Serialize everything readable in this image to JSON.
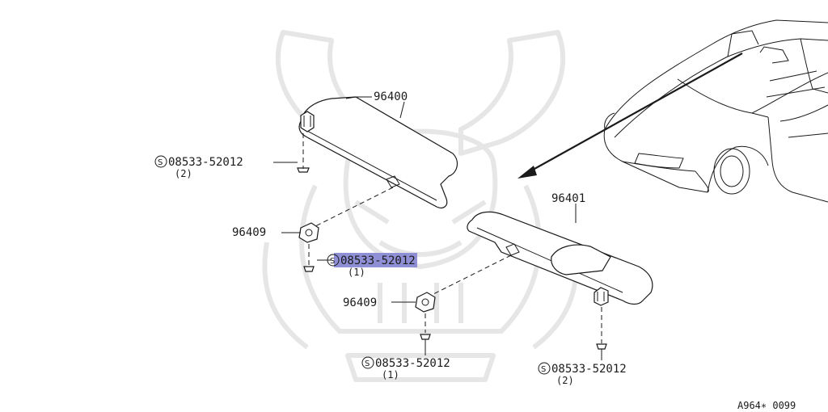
{
  "parts": {
    "visor_left": "96400",
    "visor_right": "96401",
    "holder_left": "96409",
    "holder_right": "96409",
    "screw_top_left": {
      "number": "08533-52012",
      "qty": "(2)"
    },
    "screw_mid_left": {
      "number": "08533-52012",
      "qty": "(1)",
      "highlighted": true
    },
    "screw_bottom_mid": {
      "number": "08533-52012",
      "qty": "(1)"
    },
    "screw_bottom_right": {
      "number": "08533-52012",
      "qty": "(2)"
    }
  },
  "symbol": "S",
  "highlight_color": "#8f8fd6",
  "diagram_code": "A964∗ 0099"
}
